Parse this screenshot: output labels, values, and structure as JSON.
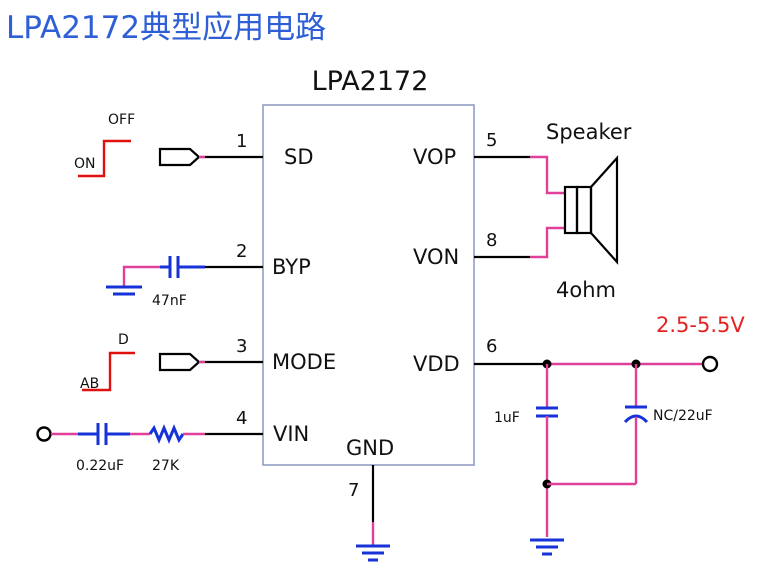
{
  "title": "LPA2172典型应用电路",
  "chip": {
    "name": "LPA2172",
    "left_pins": [
      {
        "num": "1",
        "name": "SD"
      },
      {
        "num": "2",
        "name": "BYP"
      },
      {
        "num": "3",
        "name": "MODE"
      },
      {
        "num": "4",
        "name": "VIN"
      }
    ],
    "right_pins": [
      {
        "num": "5",
        "name": "VOP"
      },
      {
        "num": "8",
        "name": "VON"
      },
      {
        "num": "6",
        "name": "VDD"
      }
    ],
    "bottom_pin": {
      "num": "7",
      "name": "GND"
    }
  },
  "components": {
    "speaker_label": "Speaker",
    "speaker_impedance": "4ohm",
    "sd_switch": {
      "off": "OFF",
      "on": "ON"
    },
    "mode_switch": {
      "d": "D",
      "ab": "AB"
    },
    "byp_cap": "47nF",
    "vin_cap": "0.22uF",
    "vin_res": "27K",
    "vdd_cap1": "1uF",
    "vdd_cap2": "NC/22uF",
    "supply": "2.5-5.5V"
  },
  "colors": {
    "title": "#2f5fd6",
    "supply": "#e32222",
    "wire": "#000000",
    "trace": "#e0409a",
    "component": "#1632d8",
    "switch": "#e01010"
  }
}
